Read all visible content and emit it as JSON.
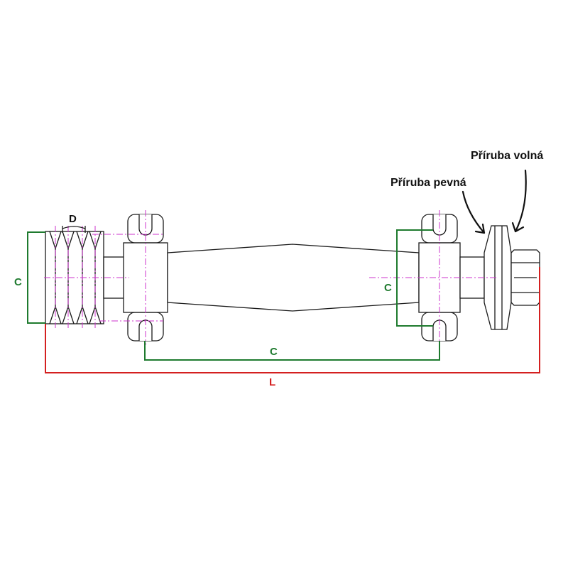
{
  "labels": {
    "dim_c": "C",
    "dim_d": "D",
    "dim_l": "L",
    "flange_fixed": "Příruba pevná",
    "flange_loose": "Příruba volná"
  },
  "colors": {
    "dimension_c": "#1e7a2e",
    "dimension_l": "#d42020",
    "centerline": "#cc33cc",
    "outline": "#1a1a1a"
  }
}
